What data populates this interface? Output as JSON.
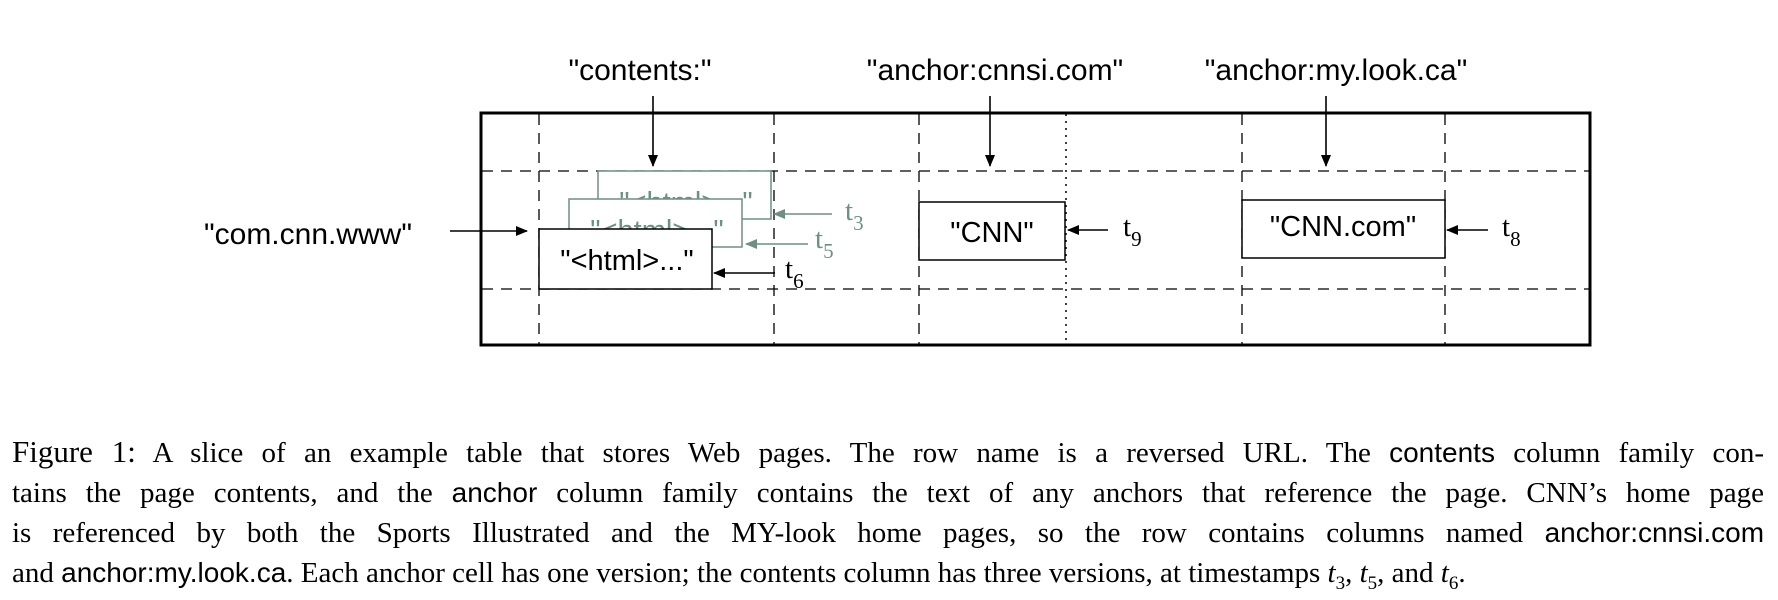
{
  "diagram": {
    "column_labels": {
      "contents": "\"contents:\"",
      "anchor_cnnsi": "\"anchor:cnnsi.com\"",
      "anchor_mylook": "\"anchor:my.look.ca\""
    },
    "row_label": "\"com.cnn.www\"",
    "contents_versions": [
      {
        "text": "\"<html>...\"",
        "timestamp": "t",
        "ts_sub": "3"
      },
      {
        "text": "\"<html>...\"",
        "timestamp": "t",
        "ts_sub": "5"
      },
      {
        "text": "\"<html>...\"",
        "timestamp": "t",
        "ts_sub": "6"
      }
    ],
    "anchor_cnnsi_cell": {
      "text": "\"CNN\"",
      "timestamp": "t",
      "ts_sub": "9"
    },
    "anchor_mylook_cell": {
      "text": "\"CNN.com\"",
      "timestamp": "t",
      "ts_sub": "8"
    },
    "colors": {
      "old_version": "#6e8f84",
      "current": "#000000"
    }
  },
  "caption": {
    "figure_label": "Figure 1:",
    "l1_a": "A slice of an example table that stores Web pages. The row name is a reversed URL. The",
    "l1_contents": "contents",
    "l1_b": "column family con-",
    "l2_a": "tains the page contents, and the",
    "l2_anchor": "anchor",
    "l2_b": "column family contains the text of any anchors that reference the page. CNN’s home page",
    "l3_a": "is referenced by both the Sports Illustrated and the MY-look home pages, so the row contains columns named",
    "l3_col1": "anchor:cnnsi.com",
    "l4_and": "and",
    "l4_col2": "anchor:my.look.ca",
    "l4_a": ". Each anchor cell has one version; the contents column has three versions, at timestamps",
    "l4_t": "t",
    "l4_s3": "3",
    "l4_s5": "5",
    "l4_and2": ", and",
    "l4_s6": "6",
    "l4_end": "."
  }
}
